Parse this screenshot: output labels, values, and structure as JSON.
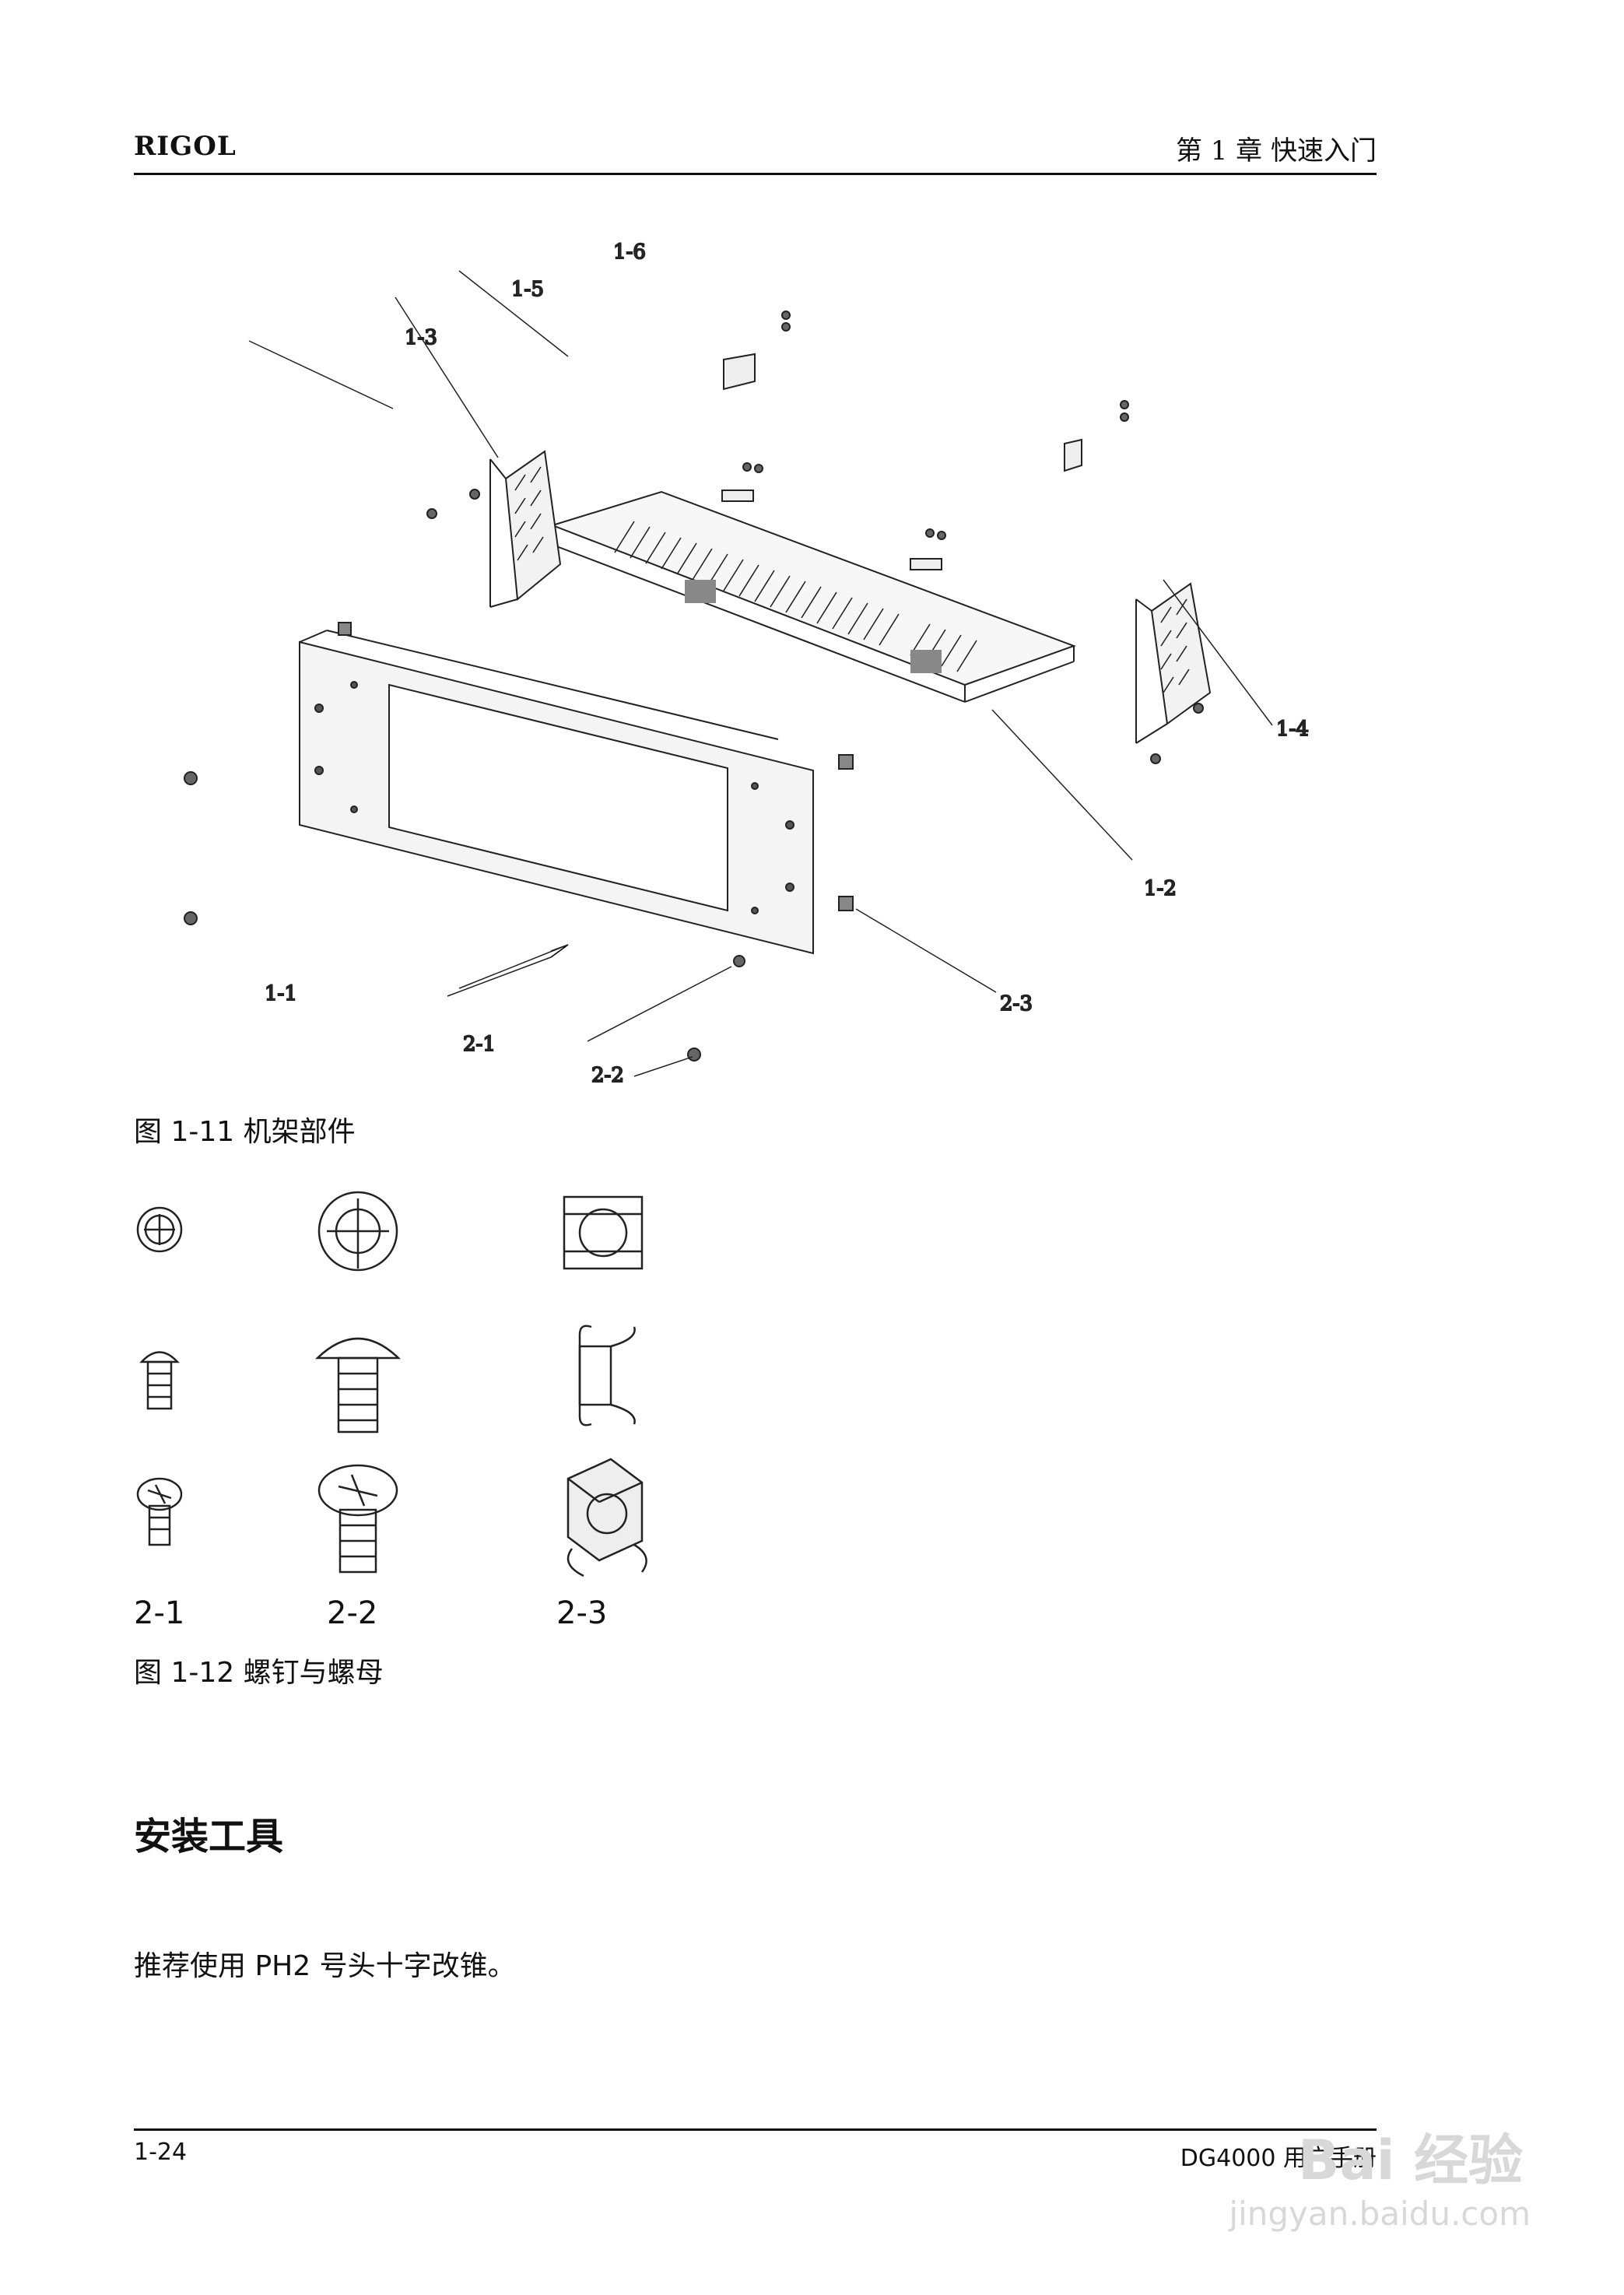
{
  "header": {
    "brand": "RIGOL",
    "chapter": "第 1 章 快速入门"
  },
  "figure1": {
    "caption": "图 1-11 机架部件",
    "callouts": [
      "1-1",
      "1-2",
      "1-3",
      "1-4",
      "1-5",
      "1-6",
      "2-1",
      "2-2",
      "2-3"
    ]
  },
  "figure2": {
    "labels": [
      "2-1",
      "2-2",
      "2-3"
    ],
    "caption": "图 1-12 螺钉与螺母"
  },
  "section": {
    "heading": "安装工具",
    "paragraph": "推荐使用 PH2 号头十字改锥。"
  },
  "footer": {
    "page": "1-24",
    "title": "DG4000 用户手册"
  },
  "watermark": {
    "brand": "Bai 经验",
    "url": "jingyan.baidu.com"
  }
}
